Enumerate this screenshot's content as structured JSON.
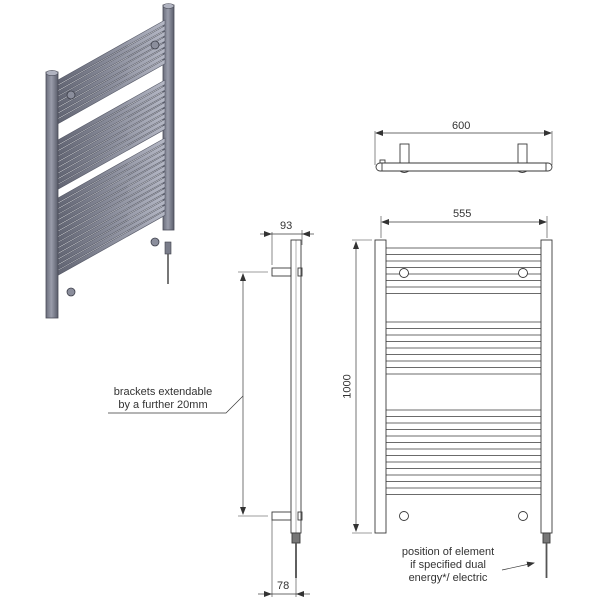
{
  "drawing": {
    "subject": "heated towel rail",
    "views": [
      "isometric",
      "top",
      "side",
      "front"
    ],
    "colors": {
      "line": "#3a3a3a",
      "rail_fill": "#8a8d9a",
      "rail_dark": "#5d6070",
      "rail_light": "#b3b6c3",
      "text": "#333333"
    }
  },
  "dimensions": {
    "overall_width": "600",
    "centres_width": "555",
    "height": "1000",
    "projection_total": "93",
    "projection_wall": "78"
  },
  "annotations": {
    "brackets_line1": "brackets extendable",
    "brackets_line2": "by a further 20mm",
    "element_line1": "position of element",
    "element_line2": "if specified dual",
    "element_line3": "energy*/ electric"
  },
  "front_view": {
    "bar_groups": [
      8,
      9,
      14
    ],
    "bracket_positions": [
      "top-left",
      "top-right",
      "bottom-left",
      "bottom-right"
    ]
  }
}
